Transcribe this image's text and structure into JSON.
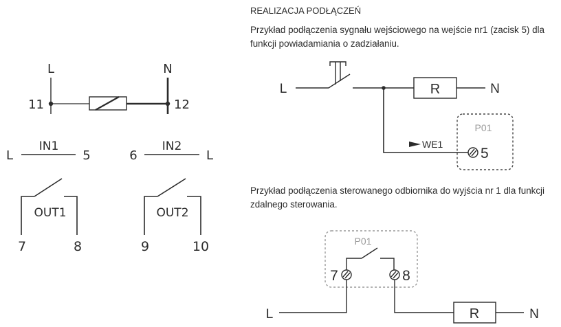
{
  "colors": {
    "ink": "#2b2b2b",
    "muted_label": "#9a9a9a",
    "dashed_box_dark": "#444444",
    "dashed_box_light": "#9a9a9a",
    "background": "#ffffff"
  },
  "left_panel": {
    "supply": {
      "label_L": "L",
      "label_N": "N",
      "terminal_left": "11",
      "terminal_right": "12",
      "component": "coil-resistor-icon"
    },
    "inputs": [
      {
        "name": "IN1",
        "left_label": "L",
        "right_label": "5"
      },
      {
        "name": "IN2",
        "left_label": "6",
        "right_label": "L"
      }
    ],
    "outputs": [
      {
        "name": "OUT1",
        "terminal_left": "7",
        "terminal_right": "8"
      },
      {
        "name": "OUT2",
        "terminal_left": "9",
        "terminal_right": "10"
      }
    ]
  },
  "right_panel": {
    "heading": "REALIZACJA PODŁĄCZEŃ",
    "example1": {
      "description": "Przykład podłączenia sygnału wejściowego na wejście nr1 (zacisk 5) dla funkcji powiadamiania o zadziałaniu.",
      "label_L": "L",
      "label_N": "N",
      "load_label": "R",
      "input_label": "WE1",
      "device_label": "P01",
      "terminal": "5"
    },
    "example2": {
      "description": "Przykład podłączenia sterowanego odbiornika do wyjścia nr 1 dla funkcji zdalnego sterowania.",
      "label_L": "L",
      "label_N": "N",
      "load_label": "R",
      "device_label": "P01",
      "terminal_left": "7",
      "terminal_right": "8"
    }
  }
}
